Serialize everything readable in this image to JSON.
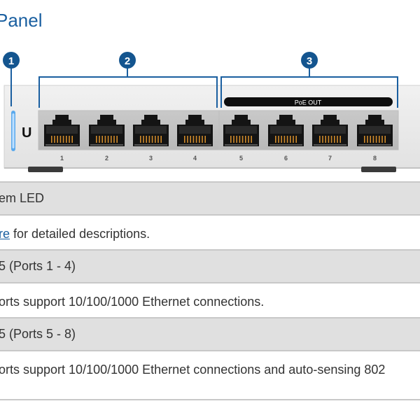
{
  "page": {
    "title": "Panel"
  },
  "diagram": {
    "callouts": [
      {
        "number": "1"
      },
      {
        "number": "2"
      },
      {
        "number": "3"
      }
    ],
    "poe_label": "PoE OUT",
    "ports": [
      "1",
      "2",
      "3",
      "4",
      "5",
      "6",
      "7",
      "8"
    ],
    "logo": "U",
    "accent_color": "#1a5fa0",
    "led_color": "#5aa9ec"
  },
  "table": {
    "rows": [
      {
        "type": "head",
        "text": "em LED"
      },
      {
        "type": "body",
        "link_text": "re",
        "text": " for detailed descriptions."
      },
      {
        "type": "head",
        "text": "5 (Ports 1 - 4)"
      },
      {
        "type": "body",
        "text": "orts support 10/100/1000 Ethernet connections."
      },
      {
        "type": "head",
        "text": "5 (Ports 5 - 8)"
      },
      {
        "type": "body",
        "text": "orts support 10/100/1000 Ethernet connections and auto-sensing 802"
      }
    ]
  }
}
